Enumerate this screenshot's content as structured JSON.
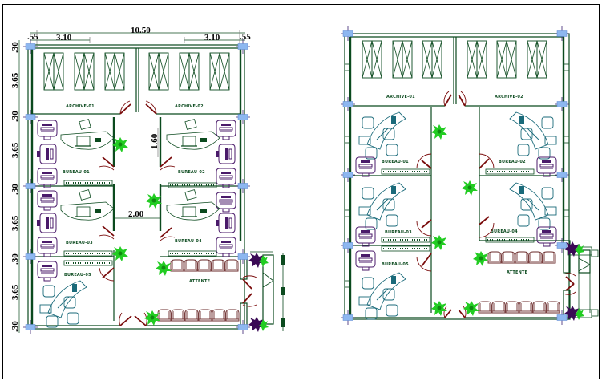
{
  "drawing": {
    "title": "Office floor plan layouts",
    "plans": [
      {
        "id": "plan-a",
        "dimensions": {
          "overall_width": "10.50",
          "left_segment": "3.10",
          "right_segment": "3.10",
          "corner_left": ".55",
          "corner_right": ".55",
          "corridor_width": "1.60",
          "lobby_width": "2.00",
          "vertical": [
            ".30",
            "3.65",
            ".30",
            "3.65",
            ".30",
            "3.65",
            ".30",
            "3.65",
            ".30"
          ]
        },
        "rooms": {
          "archive_left": "ARCHIVE-01",
          "archive_right": "ARCHIVE-02",
          "office_1": "BUREAU-01",
          "office_2": "BUREAU-02",
          "office_3": "BUREAU-03",
          "office_4": "BUREAU-04",
          "office_5": "BUREAU-05",
          "waiting": "ATTENTE"
        }
      },
      {
        "id": "plan-b",
        "rooms": {
          "archive_left": "ARCHIVE-01",
          "archive_right": "ARCHIVE-02",
          "office_1": "BUREAU-01",
          "office_2": "BUREAU-02",
          "office_3": "BUREAU-03",
          "office_4": "BUREAU-04",
          "office_5": "BUREAU-05",
          "waiting": "ATTENTE"
        }
      }
    ],
    "colors": {
      "wall": "#0b4a1e",
      "door": "#7a0c0c",
      "column": "#8db7f0",
      "furniture_purple": "#4a1a6a",
      "furniture_teal": "#1a6a7a",
      "chairs": "#6a2a2a",
      "plant": "#22cc22"
    }
  }
}
